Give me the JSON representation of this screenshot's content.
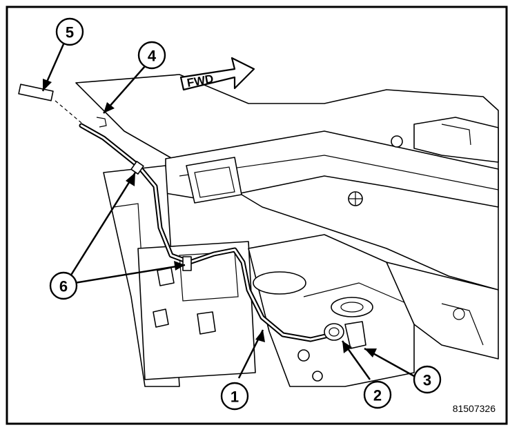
{
  "figure_number": "81507326",
  "direction_label": "FWD",
  "callouts": [
    {
      "id": "1"
    },
    {
      "id": "2"
    },
    {
      "id": "3"
    },
    {
      "id": "4"
    },
    {
      "id": "5"
    },
    {
      "id": "6"
    }
  ],
  "colors": {
    "line": "#000000",
    "background": "#ffffff"
  }
}
